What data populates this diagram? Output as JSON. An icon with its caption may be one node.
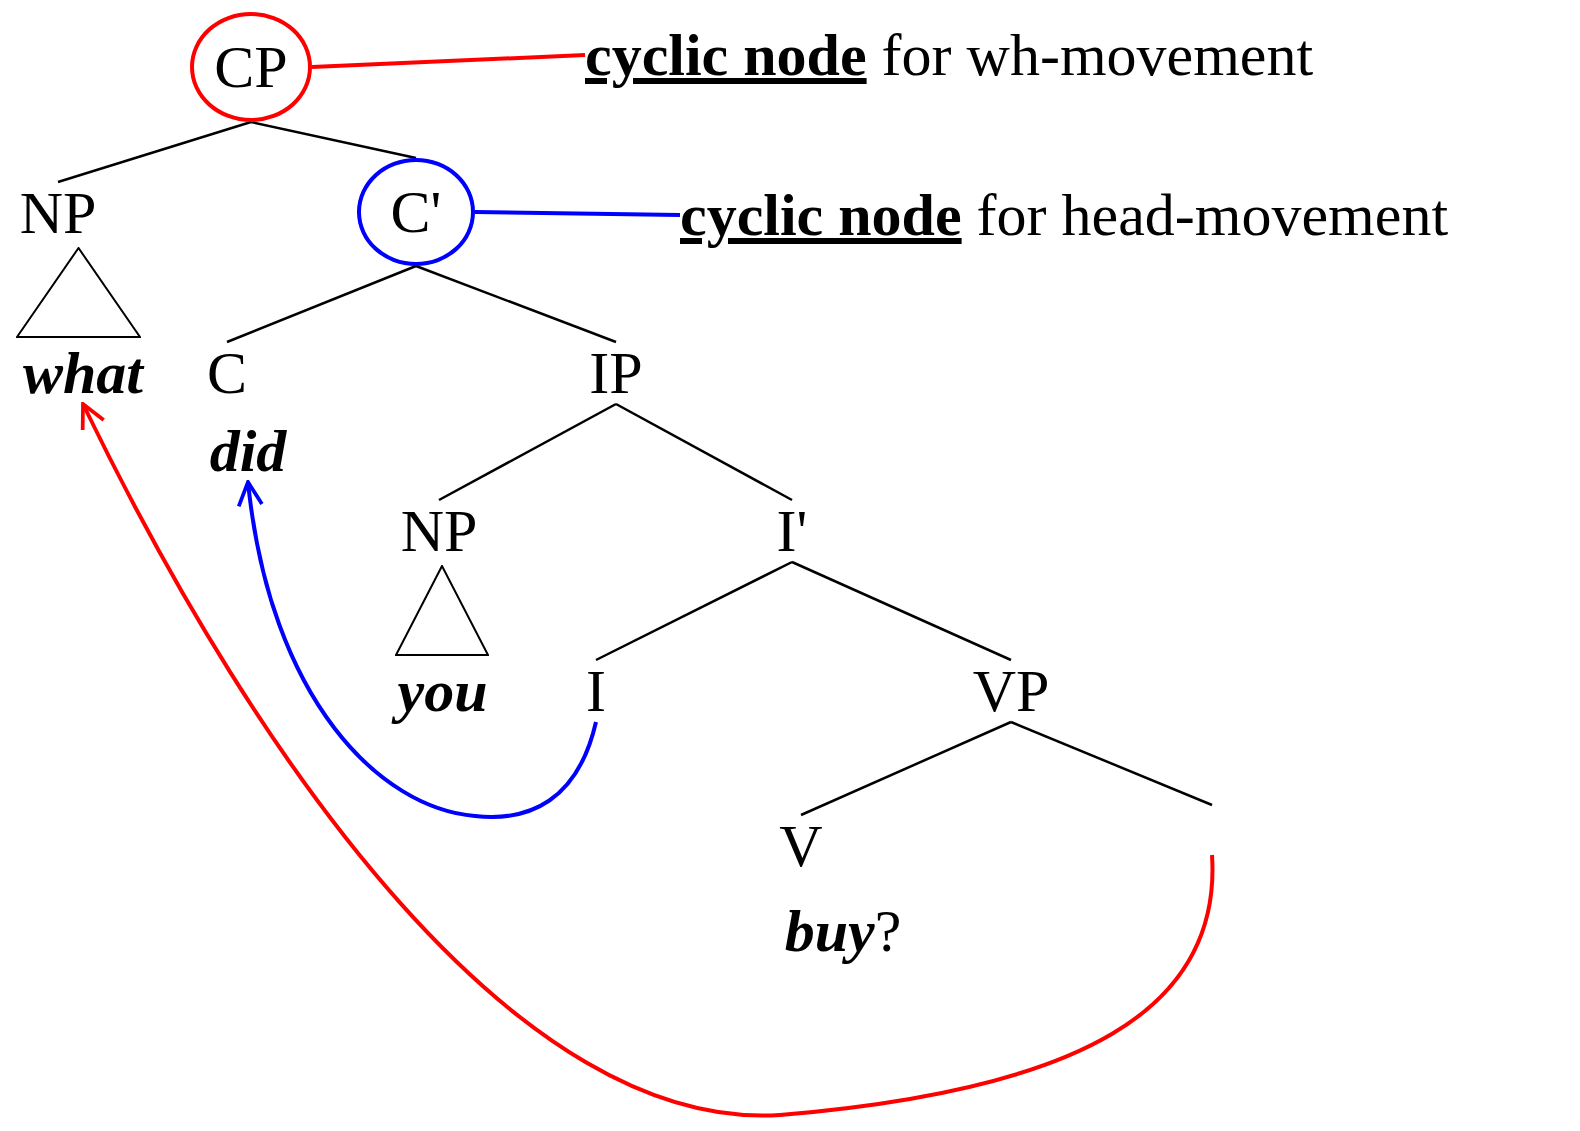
{
  "diagram": {
    "nodes": [
      {
        "text": [
          "CP"
        ]
      },
      {
        "text": [
          "**cyclic node** for wh-movement"
        ]
      },
      {
        "text": [
          "NP"
        ]
      },
      {
        "text": [],
        "shape": "triangle"
      },
      {
        "text": [
          "C'"
        ]
      },
      {
        "text": [
          "**cyclic node** for head-movement"
        ]
      },
      {
        "text": [
          "what"
        ]
      },
      {
        "text": [
          "C"
        ]
      },
      {
        "text": [
          "IP"
        ]
      },
      {
        "text": [
          "did"
        ]
      },
      {
        "text": [
          "NP"
        ]
      },
      {
        "text": [],
        "shape": "triangle"
      },
      {
        "text": [
          "I'"
        ]
      },
      {
        "text": [
          "you"
        ]
      },
      {
        "text": [
          "I"
        ]
      },
      {
        "text": [
          "VP"
        ]
      },
      {
        "text": [
          "V"
        ]
      },
      {
        "text": [
          "**buy**?"
        ]
      }
    ],
    "edges": [
      {
        "from": 0,
        "to": 2,
        "arrow": "none"
      },
      {
        "from": 0,
        "to": 4,
        "arrow": "none"
      },
      {
        "from": 4,
        "to": 7,
        "arrow": "none"
      },
      {
        "from": 4,
        "to": 8,
        "arrow": "none"
      },
      {
        "from": 8,
        "to": 10,
        "arrow": "none"
      },
      {
        "from": 8,
        "to": 12,
        "arrow": "none"
      },
      {
        "from": 12,
        "to": 14,
        "arrow": "none"
      },
      {
        "from": 12,
        "to": 15,
        "arrow": "none"
      },
      {
        "from": 15,
        "to": 16,
        "arrow": "none"
      },
      {
        "from": 15,
        "to": null,
        "arrow": "none"
      },
      {
        "from": 1,
        "to": 0,
        "arrow": "none",
        "color": "#ff0000"
      },
      {
        "from": 5,
        "to": 4,
        "arrow": "none",
        "color": "#0000ff"
      },
      {
        "from": 14,
        "to": 9,
        "arrow": "to",
        "color": "#0000ff"
      },
      {
        "from": null,
        "to": 6,
        "arrow": "to",
        "color": "#ff0000"
      }
    ]
  }
}
